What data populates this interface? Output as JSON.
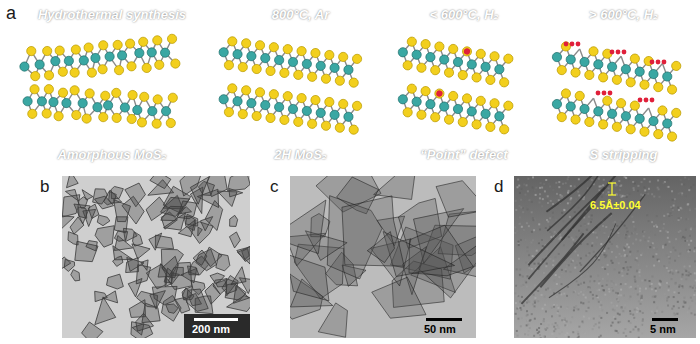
{
  "diagram": {
    "nodes": [
      {
        "text": [
          "Hydrothermal synthesis",
          "Amorphous MoS₂"
        ]
      },
      {
        "text": [
          "800°C, Ar",
          "2H MoS₂"
        ]
      },
      {
        "text": [
          "< 600°C, H₂",
          "“Point” defect"
        ]
      },
      {
        "text": [
          "> 600°C, H₂",
          "S stripping"
        ]
      }
    ],
    "labels": [
      "a",
      "b",
      "c",
      "d",
      "200 nm",
      "50 nm",
      "5 nm",
      "6.5Å±0.04"
    ]
  }
}
